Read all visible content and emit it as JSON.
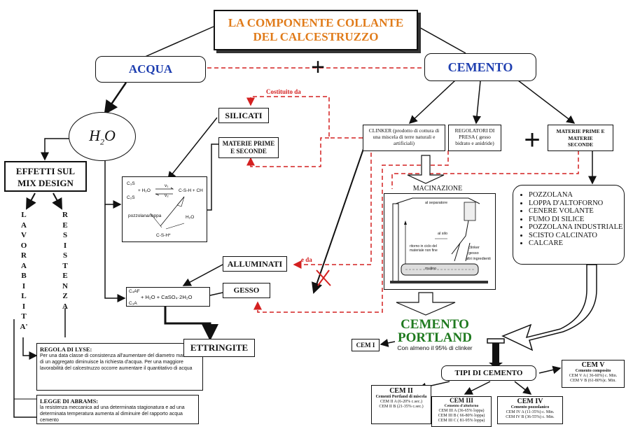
{
  "title": {
    "line1": "LA COMPONENTE COLLANTE",
    "line2": "DEL CALCESTRUZZO"
  },
  "acqua": "ACQUA",
  "cemento": "CEMENTO",
  "plus": "+",
  "h2o": {
    "h": "H",
    "sub": "2",
    "o": "O"
  },
  "effetti": {
    "line1": "EFFETTI SUL",
    "line2": "MIX DESIGN"
  },
  "lavorabilita": [
    "L",
    "A",
    "V",
    "O",
    "R",
    "A",
    "B",
    "I",
    "L",
    "I",
    "T",
    "A'"
  ],
  "resistenza": [
    "R",
    "E",
    "S",
    "I",
    "S",
    "T",
    "E",
    "N",
    "Z",
    "A"
  ],
  "costituito_da": "Costituito da",
  "e_da": "e da",
  "silicati": "SILICATI",
  "materie_prime_seconde_left": {
    "line1": "MATERIE PRIME",
    "line2": "E SECONDE"
  },
  "alluminati": "ALLUMINATI",
  "gesso": "GESSO",
  "ettringite": "ETTRINGITE",
  "reaction1": {
    "c3s_a": "C₃S",
    "h2o": "+ H₂O",
    "c2s": "C₂S",
    "v1": "v₁",
    "v2": "v₂",
    "product": "C-S-H + CH",
    "pozz": "pozzolana/loppa",
    "h2o_b": "H₂O",
    "csh": "C-S-H*"
  },
  "reaction2": {
    "c4af": "C₄AF",
    "middle": "+ H₂O + CaSO₄·2H₂O",
    "c3a": "C₃A"
  },
  "clinker": "CLINKER (prodotto di cottura di una miscela di terre naturali e artificiali)",
  "regolatori": "REGOLATORI DI PRESA ( gesso bidrato e anidride)",
  "materie_prime_seconde_right": {
    "line1": "MATERIE PRIME E",
    "line2": "MATERIE",
    "line3": "SECONDE"
  },
  "additions": [
    "POZZOLANA",
    "LOPPA D'ALTOFORNO",
    "CENERE VOLANTE",
    "FUMO DI SILICE",
    "POZZOLANA INDUSTRIALE",
    "SCISTO CALCINATO",
    "CALCARE"
  ],
  "macinazione": "MACINAZIONE",
  "mill_labels": {
    "separatore": "al separatore",
    "silo": "al silo",
    "ritorno": "ritorno in ciclo del materiale non fine",
    "clinker": "clinker",
    "gesso": "gesso",
    "altri": "altri ingredienti",
    "mulino": "mulino"
  },
  "cemento_portland": {
    "line1": "CEMENTO",
    "line2": "PORTLAND",
    "sub": "Con almeno il 95% di clinker"
  },
  "cem1": "CEM I",
  "tipi": "TIPI DI CEMENTO",
  "cem2": {
    "title": "CEM II",
    "sub": "Cementi Portland di miscela",
    "l1": "CEM II A  (6-20% c.sec.)",
    "l2": "CEM II B  (21-35% c.sec.)"
  },
  "cem3": {
    "title": "CEM III",
    "sub": "Cemento d'altoforno",
    "l1": "CEM III A (36-65% loppa)",
    "l2": "CEM III B ( 66-80% loppa)",
    "l3": "CEM III C ( 81-95% loppa)"
  },
  "cem4": {
    "title": "CEM IV",
    "sub": "Cemento pozzolanico",
    "l1": "CEM IV A (11-35%) c. Min.",
    "l2": "CEM IV B (36-55%) c. Min."
  },
  "cem5": {
    "title": "CEM V",
    "sub": "Cemento composito",
    "l1": "CEM V A ( 36-60%) c. Min.",
    "l2": "CEM V B (61-80%)c. Min."
  },
  "lyse": {
    "title": "REGOLA DI LYSE:",
    "text": "Per una data classe di consistenza all'aumentare del diametro massimo di un aggregato diminuisce la richiesta d'acqua. Per una maggiore lavorabilità del calcestruzzo occorre aumentare il quantitativo di acqua"
  },
  "abrams": {
    "title": "LEGGE DI ABRAMS:",
    "text": "la resistenza meccanica ad una determinata stagionatura e ad una determinata temperatura aumenta al diminuire del rapporto acqua cemento"
  },
  "colors": {
    "title_orange": "#e07b1a",
    "blue": "#1f3fb0",
    "green": "#1f7a1f",
    "red_dash": "#d42020"
  }
}
